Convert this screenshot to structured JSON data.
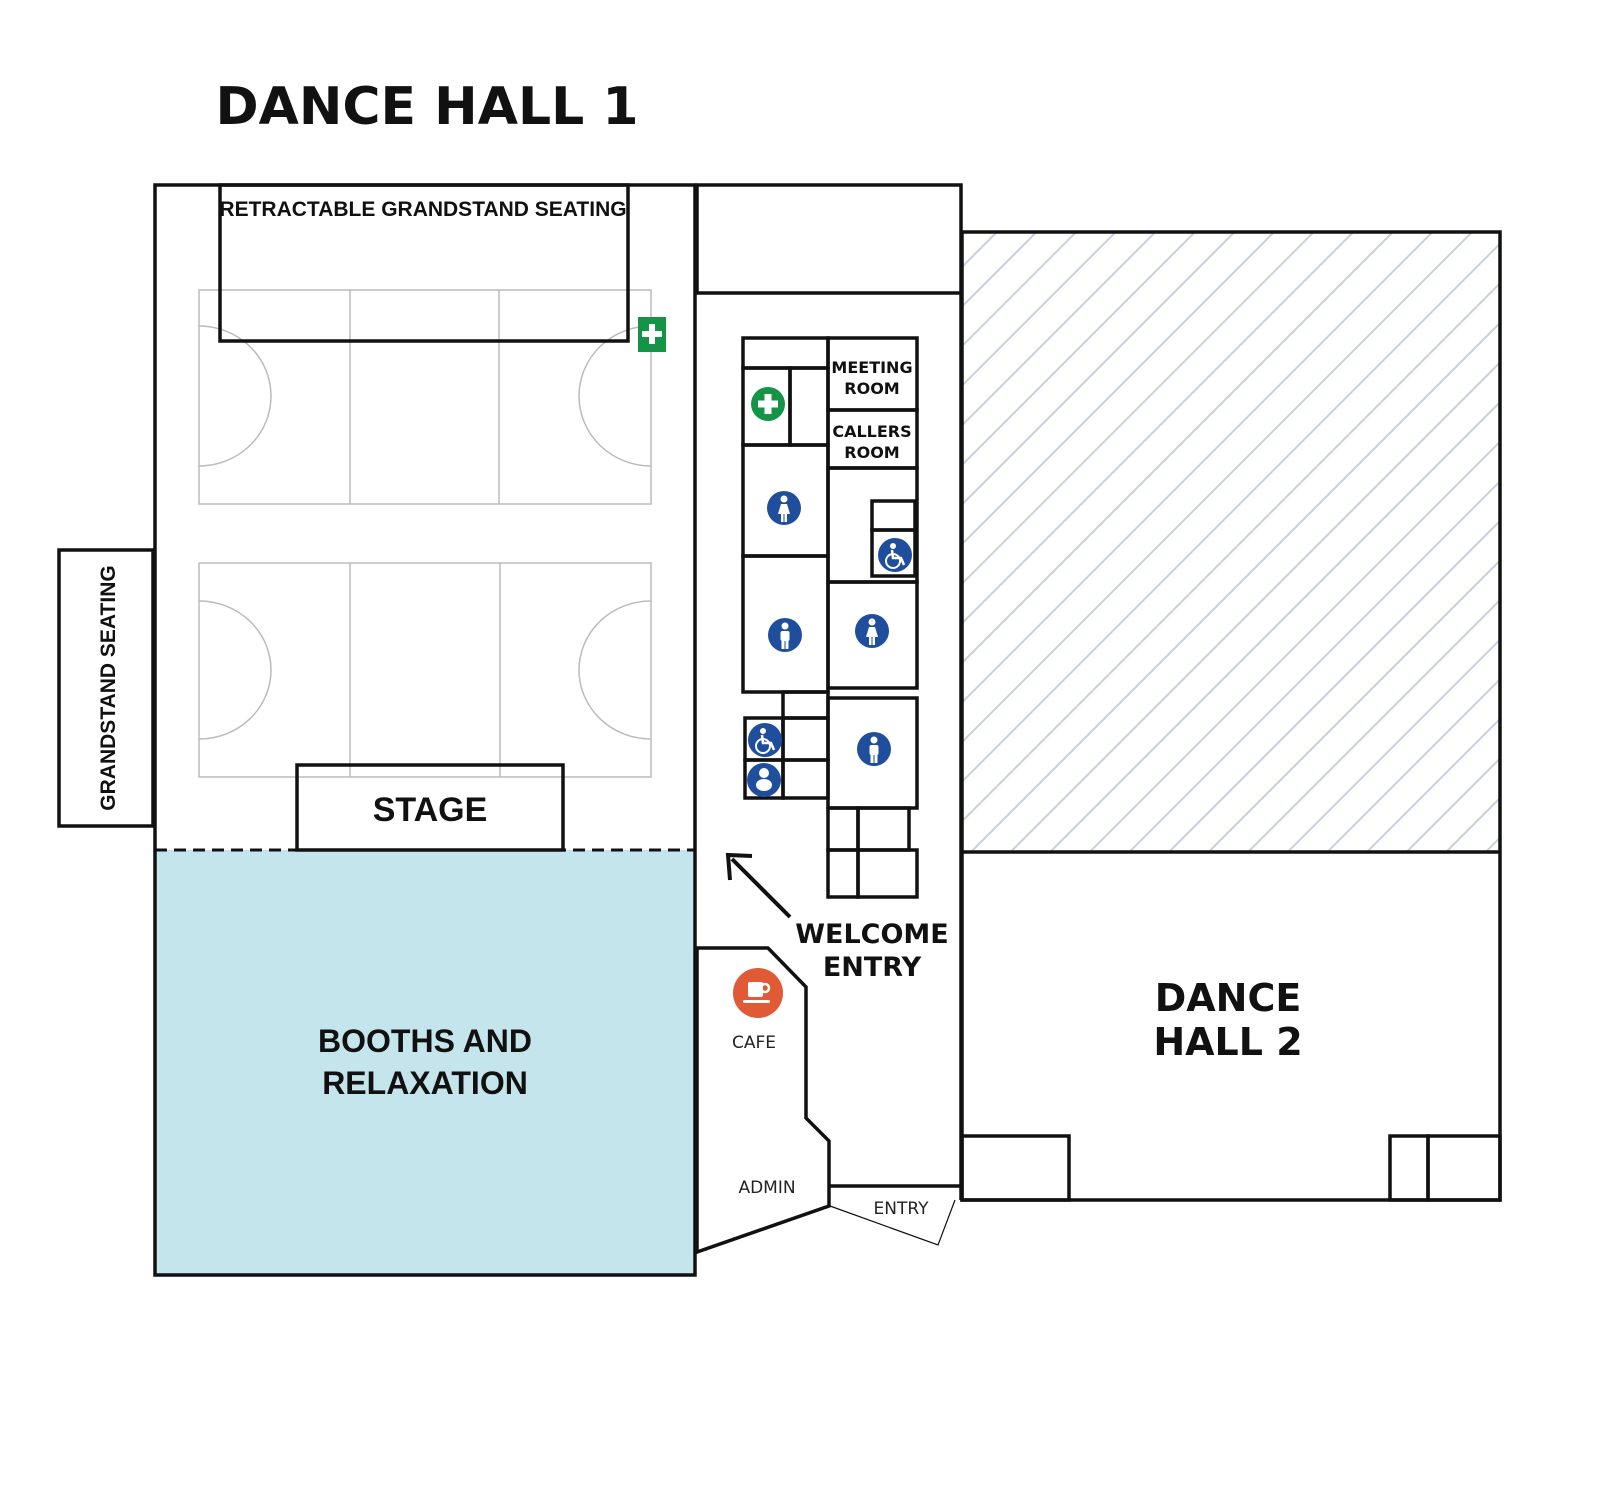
{
  "title": "DANCE HALL 1",
  "hall1": {
    "retractable_seating": "RETRACTABLE GRANDSTAND SEATING",
    "grandstand_seating": "GRANDSTAND SEATING",
    "stage": "STAGE",
    "booths_line1": "BOOTHS AND",
    "booths_line2": "RELAXATION"
  },
  "rooms": {
    "meeting_line1": "MEETING",
    "meeting_line2": "ROOM",
    "callers_line1": "CALLERS",
    "callers_line2": "ROOM",
    "cafe": "CAFE",
    "admin": "ADMIN",
    "entry": "ENTRY"
  },
  "welcome": {
    "line1": "WELCOME",
    "line2": "ENTRY"
  },
  "hall2": {
    "line1": "DANCE",
    "line2": "HALL 2"
  },
  "colors": {
    "relax_area": "#c5e5ed",
    "first_aid": "#139447",
    "restroom_icon": "#1f4e9c",
    "cafe_icon": "#e05a36",
    "hatch": "#c9cfdf"
  }
}
